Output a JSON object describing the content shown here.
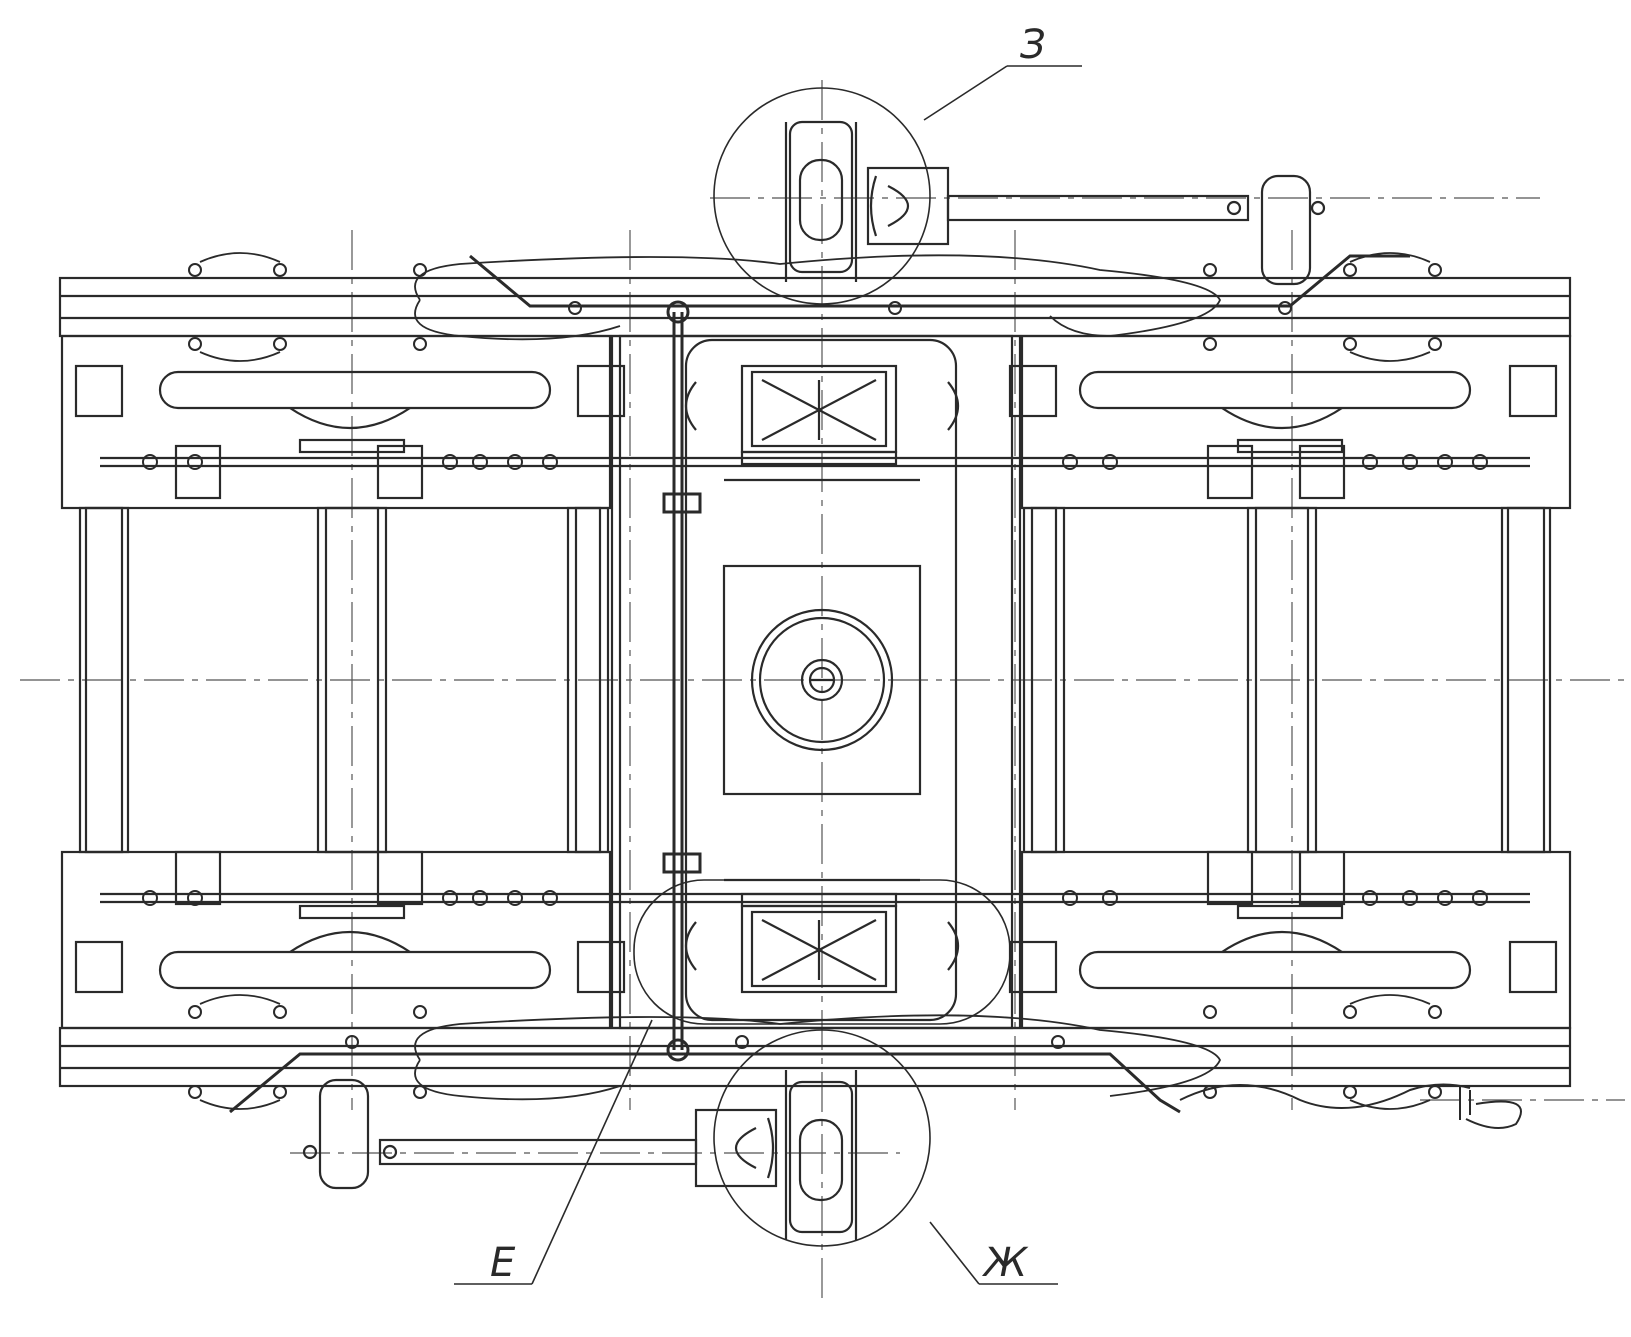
{
  "callouts": {
    "detail_top": "З",
    "detail_left_bottom": "Е",
    "detail_right_bottom": "Ж"
  },
  "colors": {
    "ink": "#2a2a2a",
    "paper": "#ffffff",
    "centerline": "#555555"
  }
}
